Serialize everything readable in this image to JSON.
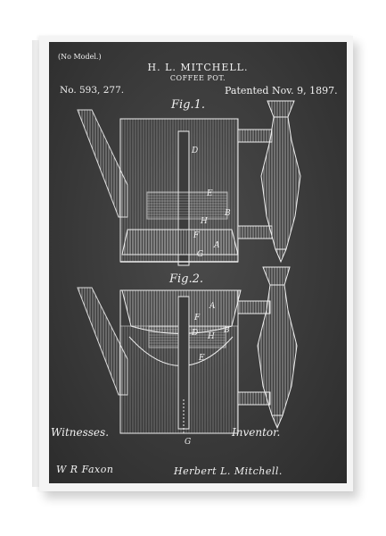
{
  "patent": {
    "model_note": "(No Model.)",
    "inventor_name": "H. L. MITCHELL.",
    "subject": "COFFEE POT.",
    "number": "No. 593, 277.",
    "date": "Patented Nov. 9, 1897."
  },
  "figures": {
    "fig1_label": "Fig.1.",
    "fig2_label": "Fig.2.",
    "fig1_letters": [
      "D",
      "E",
      "B",
      "H",
      "F",
      "A",
      "G"
    ],
    "fig2_letters": [
      "A",
      "F",
      "D",
      "H",
      "B",
      "E",
      "G"
    ]
  },
  "footer": {
    "witnesses_label": "Witnesses.",
    "inventor_label": "Inventor.",
    "witness_signature": "W R Faxon",
    "inventor_signature": "Herbert L. Mitchell."
  },
  "colors": {
    "chalkboard": "#3a3a3a",
    "ink": "#f1f1f1",
    "frame": "#f4f4f4"
  }
}
